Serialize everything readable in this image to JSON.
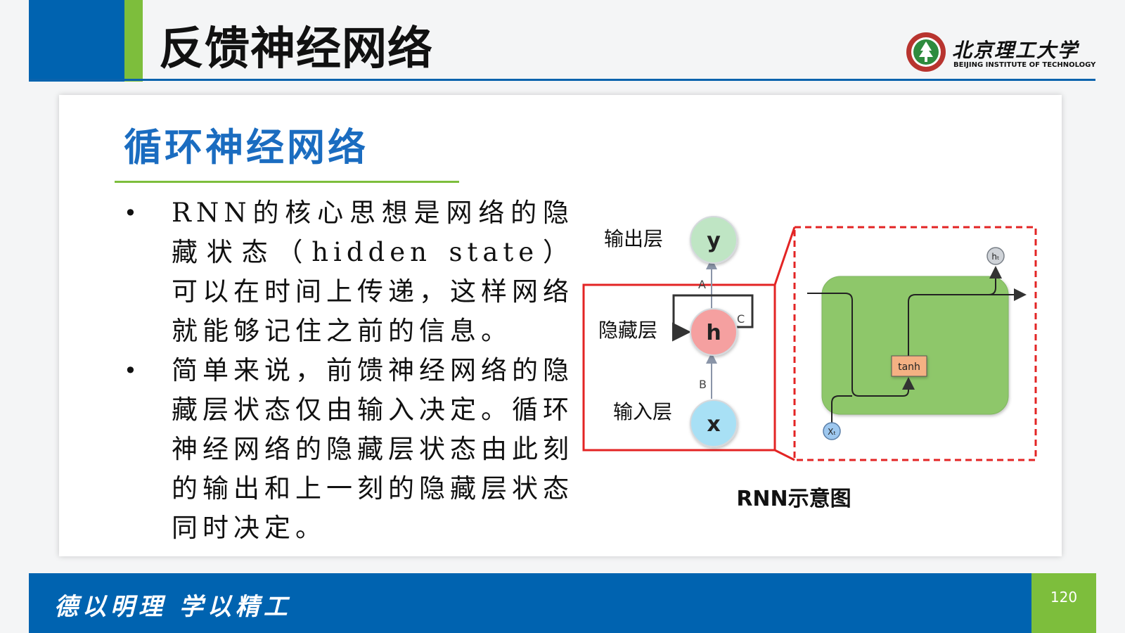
{
  "header": {
    "title": "反馈神经网络",
    "university_cn": "北京理工大学",
    "university_en": "BEIJING INSTITUTE OF TECHNOLOGY"
  },
  "section": {
    "title": "循环神经网络",
    "bullets": [
      "RNN的核心思想是网络的隐藏状态（hidden state）可以在时间上传递，这样网络就能够记住之前的信息。",
      "简单来说，前馈神经网络的隐藏层状态仅由输入决定。循环神经网络的隐藏层状态由此刻的输出和上一刻的隐藏层状态同时决定。"
    ]
  },
  "diagram": {
    "output_label": "输出层",
    "hidden_label": "隐藏层",
    "input_label": "输入层",
    "node_y": "y",
    "node_h": "h",
    "node_x": "x",
    "edge_a": "A",
    "edge_b": "B",
    "edge_c": "C",
    "cell_op": "tanh",
    "cell_out": "hₜ",
    "cell_in": "Xₜ",
    "caption": "RNN示意图"
  },
  "footer": {
    "motto": "德以明理 学以精工",
    "page_number": "120"
  },
  "colors": {
    "brand_blue": "#0063b0",
    "brand_green": "#7dbe3c",
    "highlight_red": "#e32424",
    "title_blue": "#1a6cc0"
  }
}
